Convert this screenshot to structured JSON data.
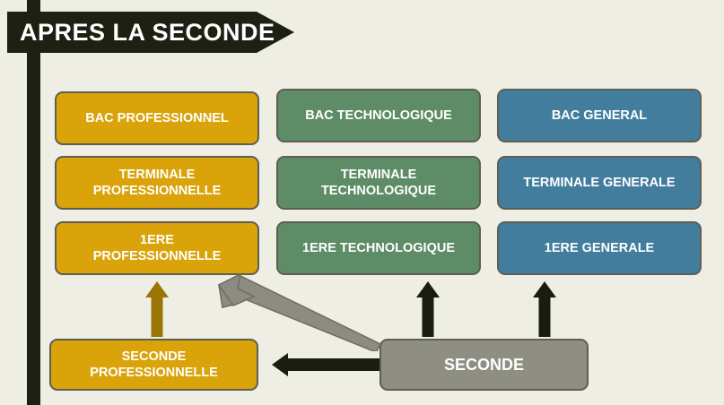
{
  "title": {
    "banner_label": "APRES LA SECONDE"
  },
  "colors": {
    "background": "#eeeee4",
    "banner": "#1d2012",
    "professional": "#d9a309",
    "technological": "#5e8c66",
    "general": "#427d9e",
    "seconde": "#8e8e83",
    "box_border": "#5e5e52",
    "arrow_gold": "#9a7506",
    "arrow_black": "#191c10",
    "arrow_grey": "#8c8c82",
    "text": "#ffffff"
  },
  "columns": [
    {
      "track": "professionnel",
      "color": "#d9a309",
      "levels": [
        {
          "label": "BAC PROFESSIONNEL"
        },
        {
          "label": "TERMINALE\nPROFESSIONNELLE"
        },
        {
          "label": "1ERE\nPROFESSIONNELLE"
        }
      ]
    },
    {
      "track": "technologique",
      "color": "#5e8c66",
      "levels": [
        {
          "label": "BAC TECHNOLOGIQUE"
        },
        {
          "label": "TERMINALE\nTECHNOLOGIQUE"
        },
        {
          "label": "1ERE TECHNOLOGIQUE"
        }
      ]
    },
    {
      "track": "general",
      "color": "#427d9e",
      "levels": [
        {
          "label": "BAC GENERAL"
        },
        {
          "label": "TERMINALE GENERALE"
        },
        {
          "label": "1ERE GENERALE"
        }
      ]
    }
  ],
  "entry_nodes": [
    {
      "id": "seconde-professionnelle",
      "label": "SECONDE\nPROFESSIONNELLE",
      "color": "#d9a309"
    },
    {
      "id": "seconde",
      "label": "SECONDE",
      "color": "#8e8e83"
    }
  ],
  "arrows": [
    {
      "id": "arrow-seconde-pro-to-1ere-pro",
      "direction": "up",
      "color": "#9a7506"
    },
    {
      "id": "arrow-seconde-to-seconde-pro",
      "direction": "left",
      "color": "#191c10"
    },
    {
      "id": "arrow-seconde-to-1ere-pro",
      "direction": "diagonal-up-left",
      "color": "#8c8c82"
    },
    {
      "id": "arrow-seconde-to-1ere-techno",
      "direction": "up",
      "color": "#191c10"
    },
    {
      "id": "arrow-seconde-to-1ere-generale",
      "direction": "up",
      "color": "#191c10"
    }
  ]
}
